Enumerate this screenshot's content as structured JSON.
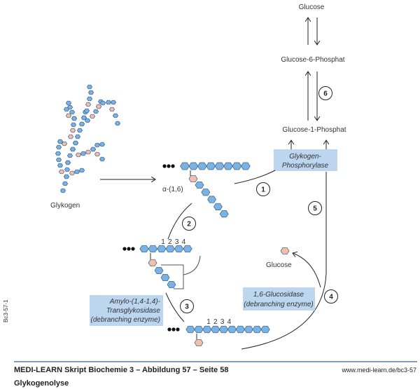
{
  "colors": {
    "glucose_unit": "#7ab3e3",
    "branch_unit": "#f4bfa8",
    "enzyme_box": "#bcd6f0",
    "footer_rule": "#4a7fc0"
  },
  "labels": {
    "glucose_top": "Glucose",
    "g6p": "Glucose-6-Phosphat",
    "g1p": "Glucose-1-Phosphat",
    "glykogen": "Glykogen",
    "alpha16": "α-(1,6)",
    "glucose_free": "Glucose",
    "positions": [
      "1",
      "2",
      "3",
      "4"
    ]
  },
  "enzymes": {
    "phosphorylase": [
      "Glykogen-",
      "Phosphorylase"
    ],
    "transglykosidase": [
      "Amylo-(1,4-1,4)-",
      "Transglykosidase",
      "(debranching enzyme)"
    ],
    "glucosidase": [
      "1,6-Glucosidase",
      "(debranching enzyme)"
    ]
  },
  "steps": [
    "1",
    "2",
    "3",
    "4",
    "5",
    "6"
  ],
  "side_code": "Bc3-57-1",
  "footer": {
    "title": "MEDI-LEARN Skript Biochemie 3 – Abbildung 57 – Seite 58",
    "url": "www.medi-learn.de/bc3-57",
    "subtitle": "Glykogenolyse"
  }
}
